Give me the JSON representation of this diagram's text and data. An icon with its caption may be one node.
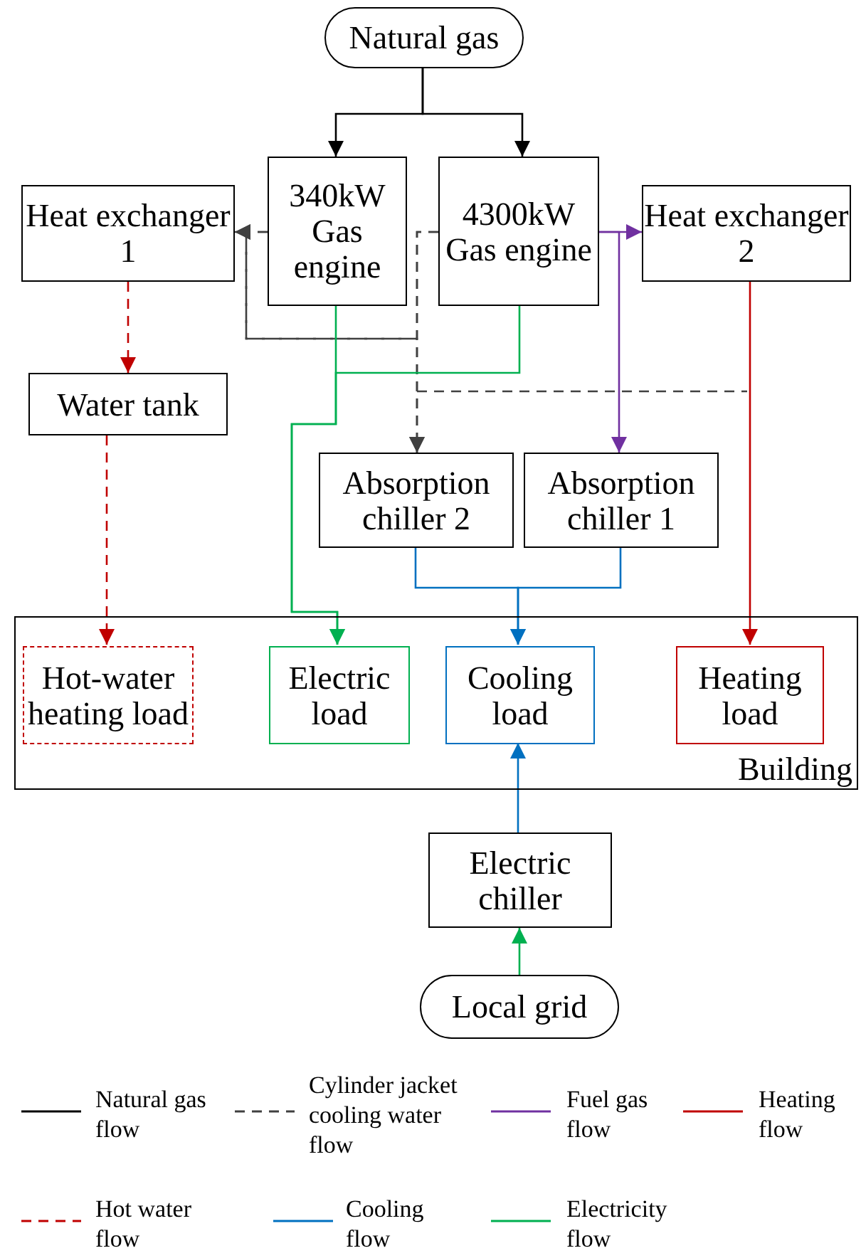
{
  "diagram": {
    "nodes": [
      {
        "text": [
          "Natural gas"
        ]
      },
      {
        "text": [
          "340kW Gas engine"
        ]
      },
      {
        "text": [
          "4300kW Gas engine"
        ]
      },
      {
        "text": [
          "Heat exchanger 1"
        ]
      },
      {
        "text": [
          "Heat exchanger 2"
        ]
      },
      {
        "text": [
          "Water tank"
        ]
      },
      {
        "text": [
          "Absorption chiller 2"
        ]
      },
      {
        "text": [
          "Absorption chiller 1"
        ]
      },
      {
        "text": [
          "Building"
        ]
      },
      {
        "text": [
          "Hot-water heating load"
        ],
        "in": 8
      },
      {
        "text": [
          "Electric load"
        ],
        "in": 8
      },
      {
        "text": [
          "Cooling load"
        ],
        "in": 8
      },
      {
        "text": [
          "Heating load"
        ],
        "in": 8
      },
      {
        "text": [
          "Electric chiller"
        ]
      },
      {
        "text": [
          "Local grid"
        ]
      }
    ],
    "edges": [
      {
        "from": 0,
        "to": 1,
        "arrow": "to"
      },
      {
        "from": 0,
        "to": 2,
        "arrow": "to"
      },
      {
        "from": 1,
        "to": 3,
        "arrow": "to",
        "style": "dashed",
        "color": "#404040"
      },
      {
        "from": 2,
        "to": 3,
        "arrow": "to",
        "style": "dashed",
        "color": "#404040"
      },
      {
        "from": 1,
        "to": 6,
        "arrow": "to",
        "style": "dashed",
        "color": "#404040"
      },
      {
        "from": 2,
        "to": 6,
        "arrow": "to",
        "style": "dashed",
        "color": "#404040"
      },
      {
        "from": 2,
        "to": 4,
        "arrow": "to",
        "color": "#7030a0"
      },
      {
        "from": 2,
        "to": 7,
        "arrow": "to",
        "color": "#7030a0"
      },
      {
        "from": 1,
        "to": 10,
        "arrow": "to",
        "color": "#00b050"
      },
      {
        "from": 2,
        "to": 10,
        "arrow": "to",
        "color": "#00b050"
      },
      {
        "from": 6,
        "to": 11,
        "arrow": "to",
        "color": "#0070c0"
      },
      {
        "from": 7,
        "to": 11,
        "arrow": "to",
        "color": "#0070c0"
      },
      {
        "from": 13,
        "to": 11,
        "arrow": "to",
        "color": "#0070c0"
      },
      {
        "from": 4,
        "to": 12,
        "arrow": "to",
        "color": "#c00000"
      },
      {
        "from": 3,
        "to": 5,
        "arrow": "to",
        "style": "dashed",
        "color": "#c00000"
      },
      {
        "from": 5,
        "to": 9,
        "arrow": "to",
        "style": "dashed",
        "color": "#c00000"
      },
      {
        "from": 14,
        "to": 13,
        "arrow": "to",
        "color": "#00b050"
      }
    ],
    "legend": [
      {
        "text": "Natural gas flow"
      },
      {
        "text": "Cylinder jacket cooling water flow"
      },
      {
        "text": "Fuel gas flow"
      },
      {
        "text": "Heating flow"
      },
      {
        "text": "Hot water flow"
      },
      {
        "text": "Cooling flow"
      },
      {
        "text": "Electricity flow"
      }
    ]
  }
}
